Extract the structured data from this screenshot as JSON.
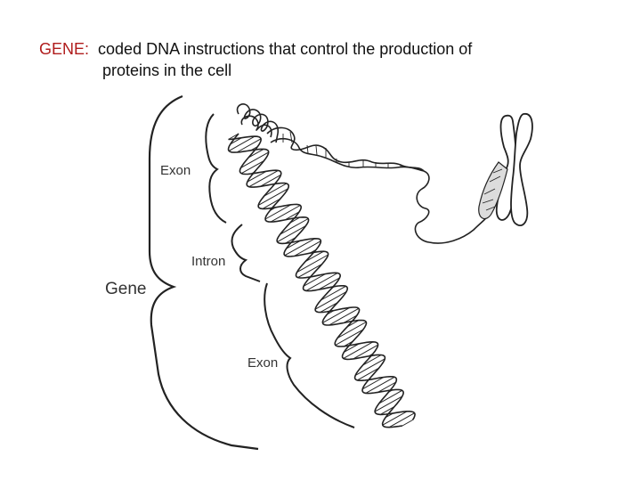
{
  "heading": {
    "term": "GENE:",
    "definition_line1": "coded DNA instructions that control the production of",
    "definition_line2": "proteins in the cell",
    "term_color": "#b01c1c"
  },
  "diagram": {
    "labels": {
      "gene": "Gene",
      "exon_top": "Exon",
      "intron": "Intron",
      "exon_bottom": "Exon"
    }
  }
}
